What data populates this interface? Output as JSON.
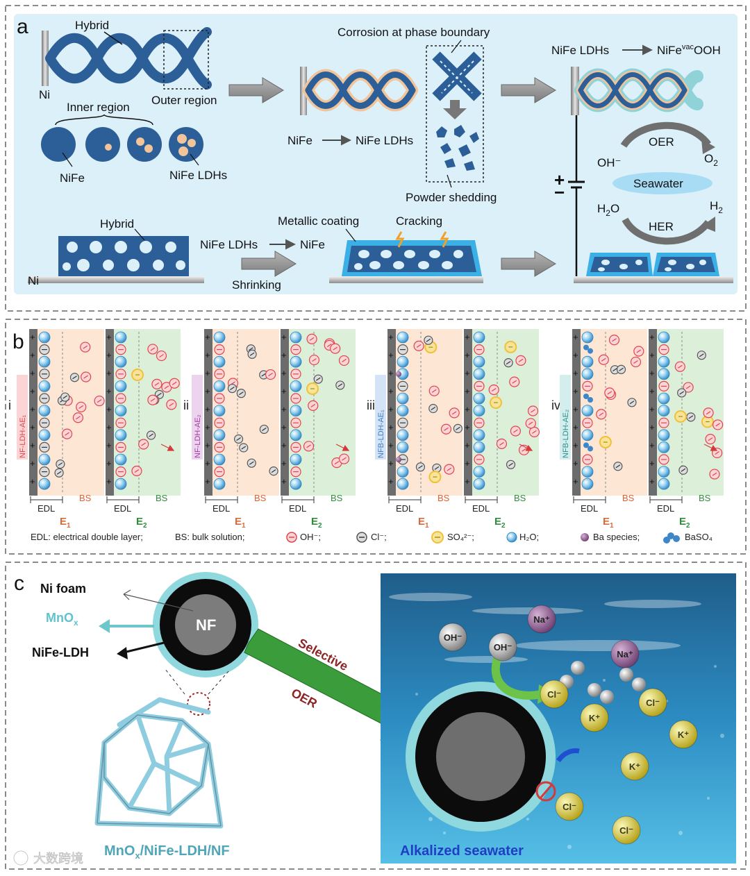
{
  "panel_a": {
    "label": "a",
    "hybrid_top": "Hybrid",
    "ni_top": "Ni",
    "outer_region": "Outer region",
    "inner_region": "Inner region",
    "nife": "NiFe",
    "nife_ldhs": "NiFe LDHs",
    "corrosion": "Corrosion at phase boundary",
    "reaction_mid_left": "NiFe",
    "reaction_mid_right": "NiFe LDHs",
    "powder": "Powder shedding",
    "conv_left": "NiFe LDHs",
    "conv_right_main": "NiFe",
    "conv_right_sup": "vac",
    "conv_right_tail": "OOH",
    "oer": "OER",
    "oh": "OH⁻",
    "o2": "O",
    "o2_sub": "2",
    "seawater": "Seawater",
    "h2o": "H",
    "h2o_sub": "2",
    "h2o_tail": "O",
    "her": "HER",
    "h2": "H",
    "h2_sub": "2",
    "plus": "+",
    "minus": "−",
    "hybrid_bottom": "Hybrid",
    "ni_bottom": "Ni",
    "ldh_to_nife_left": "NiFe LDHs",
    "ldh_to_nife_right": "NiFe",
    "shrinking": "Shrinking",
    "metallic": "Metallic coating",
    "cracking": "Cracking"
  },
  "panel_b": {
    "label": "b",
    "groups": [
      {
        "roman": "i",
        "tag": "NF-LDH-AE₁"
      },
      {
        "roman": "ii",
        "tag": "NF-LDH-AE₂"
      },
      {
        "roman": "iii",
        "tag": "NFB-LDH-AE₁"
      },
      {
        "roman": "iv",
        "tag": "NFB-LDH-AE₂"
      }
    ],
    "edl": "EDL",
    "bs": "BS",
    "e1": "E",
    "e1_sub": "1",
    "e2": "E",
    "e2_sub": "2",
    "legend": {
      "edl": "EDL: electrical double layer;",
      "bs": "BS: bulk solution;",
      "oh": "OH⁻;",
      "cl": "Cl⁻;",
      "so4": "SO₄²⁻;",
      "h2o": "H₂O;",
      "ba": "Ba species;",
      "baso4": "BaSO₄"
    }
  },
  "panel_c": {
    "label": "c",
    "ni_foam": "Ni foam",
    "mnox": "MnO",
    "mnox_sub": "x",
    "nife_ldh": "NiFe-LDH",
    "nf": "NF",
    "selective": "Selective",
    "oer": "OER",
    "caption_left_a": "MnO",
    "caption_left_sub": "x",
    "caption_left_b": "/NiFe-LDH/NF",
    "caption_right": "Alkalized seawater",
    "ions": [
      "OH⁻",
      "OH⁻",
      "Na⁺",
      "Na⁺",
      "Cl⁻",
      "Cl⁻",
      "K⁺",
      "K⁺",
      "K⁺",
      "Cl⁻",
      "Cl⁻"
    ]
  },
  "watermark": "大数跨境",
  "colors": {
    "ldh_blue": "#2c5e98",
    "coating": "#f2c49a",
    "panel_a_bg": "#dcf0fa",
    "oh_red": "#e0444c",
    "so4_yellow": "#f2c037",
    "water_blue": "#7cc4ec",
    "mnox_cyan": "#6cc6cc",
    "arrow_green": "#3a9c3a"
  }
}
